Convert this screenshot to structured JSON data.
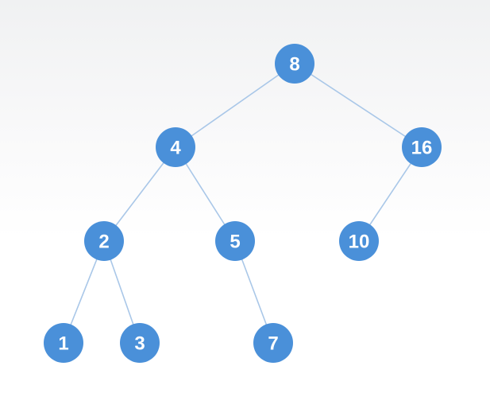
{
  "diagram": {
    "type": "binary-tree",
    "colors": {
      "node_fill": "#4a90d9",
      "edge": "#a9c7e8",
      "label": "#ffffff"
    },
    "nodes": [
      {
        "id": "n8",
        "label": "8"
      },
      {
        "id": "n4",
        "label": "4"
      },
      {
        "id": "n16",
        "label": "16"
      },
      {
        "id": "n2",
        "label": "2"
      },
      {
        "id": "n5",
        "label": "5"
      },
      {
        "id": "n10",
        "label": "10"
      },
      {
        "id": "n1",
        "label": "1"
      },
      {
        "id": "n3",
        "label": "3"
      },
      {
        "id": "n7",
        "label": "7"
      }
    ],
    "edges": [
      {
        "from": "n8",
        "to": "n4"
      },
      {
        "from": "n8",
        "to": "n16"
      },
      {
        "from": "n4",
        "to": "n2"
      },
      {
        "from": "n4",
        "to": "n5"
      },
      {
        "from": "n16",
        "to": "n10"
      },
      {
        "from": "n2",
        "to": "n1"
      },
      {
        "from": "n2",
        "to": "n3"
      },
      {
        "from": "n5",
        "to": "n7"
      }
    ]
  }
}
